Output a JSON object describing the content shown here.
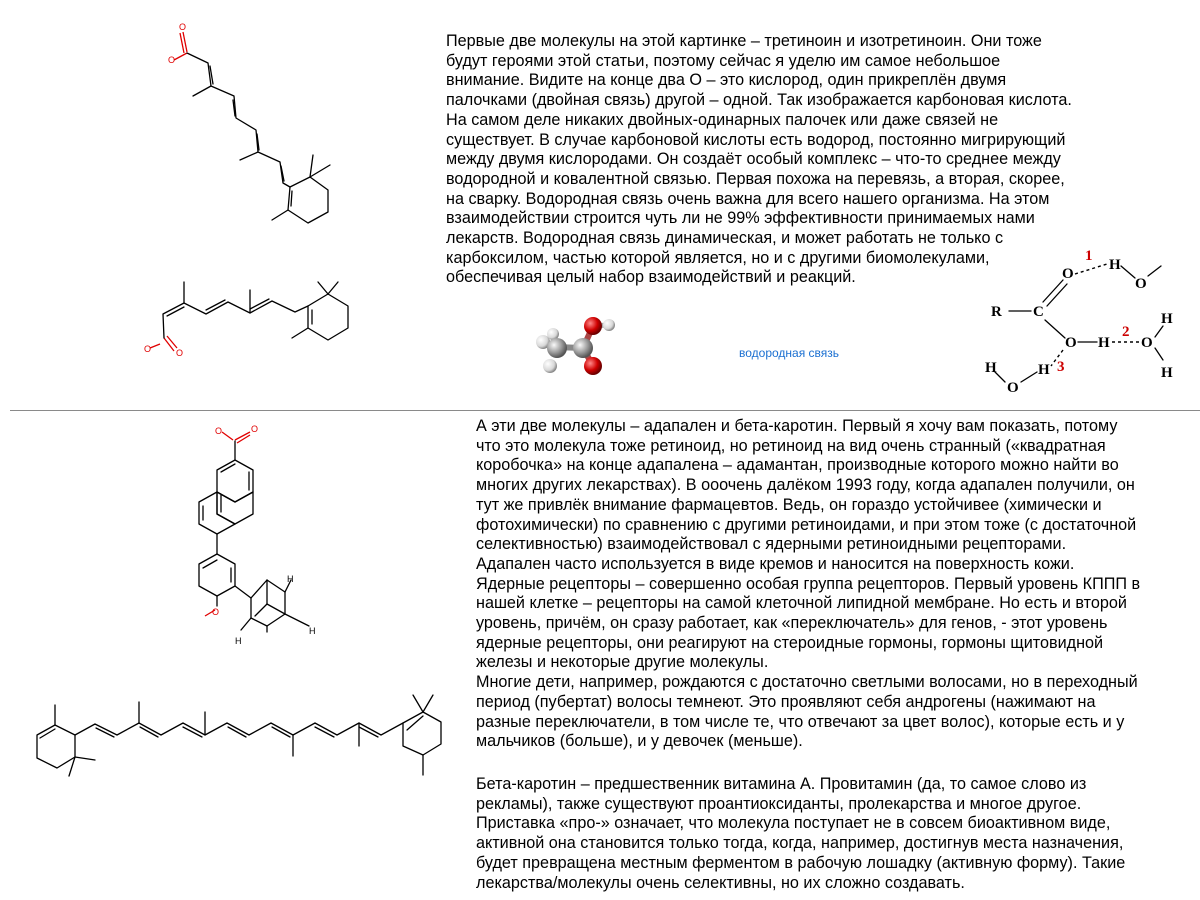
{
  "top": {
    "paragraph_lines": [
      "Первые две молекулы на этой картинке – третиноин и изотретиноин. Они тоже",
      "будут героями этой статьи, поэтому сейчас я уделю им самое небольшое",
      "внимание. Видите на конце два О – это кислород, один прикреплён двумя",
      "палочками (двойная связь) другой – одной. Так изображается карбоновая кислота.",
      "На самом деле никаких двойных-одинарных палочек или даже связей не",
      "существует. В случае карбоновой кислоты есть водород, постоянно мигрирующий",
      "между двумя кислородами. Он создаёт особый комплекс – что-то среднее между",
      "водородной и ковалентной связью. Первая похожа на перевязь, а вторая, скорее,",
      "на сварку. Водородная связь очень важна для всего нашего организма. На этом",
      "взаимодействии строится чуть ли не 99% эффективности принимаемых нами",
      "лекарств. Водородная связь динамическая, и может работать не только с",
      "карбоксилом, частью которой является, но и с другими биомолекулами,",
      "обеспечивая целый набор взаимодействий и реакций."
    ],
    "link_label": "водородная связь"
  },
  "bottom": {
    "paragraph_lines": [
      "А эти две молекулы – адапален и бета-каротин. Первый я хочу вам показать, потому",
      "что это молекула тоже ретиноид, но ретиноид на вид очень странный («квадратная",
      "коробочка» на конце адапалена – адамантан, производные которого можно найти во",
      "многих других лекарствах). В ооочень далёком 1993 году, когда адапален получили, он",
      "тут же привлёк внимание фармацевтов. Ведь, он гораздо устойчивее (химически и",
      "фотохимически) по сравнению с другими ретиноидами, и при этом тоже (с достаточной",
      "селективностью) взаимодействовал с ядерными ретиноидными рецепторами.",
      "Адапален часто используется в виде кремов и наносится на поверхность кожи.",
      "Ядерные рецепторы – совершенно особая группа рецепторов. Первый уровень КППП в",
      "нашей клетке – рецепторы на самой клеточной липидной мембране. Но есть и второй",
      "уровень, причём, он сразу работает, как «переключатель» для генов, - этот уровень",
      "ядерные рецепторы, они реагируют на стероидные гормоны, гормоны щитовидной",
      "железы и некоторые другие молекулы.",
      "Многие дети, например, рождаются с достаточно светлыми волосами, но в переходный",
      "период (пубертат) волосы темнеют. Это проявляют себя андрогены (нажимают на",
      "разные переключатели, в том числе те, что отвечают за цвет волос), которые есть и у",
      "мальчиков (больше), и у девочек (меньше)."
    ],
    "paragraph2_lines": [
      "Бета-каротин – предшественник витамина А. Провитамин (да, то самое слово из",
      "рекламы), также существуют проантиоксиданты, пролекарства и многое другое.",
      "Приставка «про-» означает, что молекула поступает не в совсем биоактивном виде,",
      "активной она становится только тогда, когда, например, достигнув места назначения,",
      "будет превращена местным ферментом в рабочую лошадку (активную форму). Такие",
      "лекарства/молекулы очень селективны, но их сложно создавать."
    ]
  },
  "hbond_diagram": {
    "labels": {
      "R": "R",
      "C": "C",
      "O1": "O",
      "O2": "O",
      "H_center": "H",
      "W1_H": "H",
      "W1_O": "O",
      "W2_O": "O",
      "W2_H1": "H",
      "W2_H2": "H",
      "W3_H1": "H",
      "W3_O": "O",
      "W3_H2": "H"
    },
    "numbers": [
      "1",
      "2",
      "3"
    ]
  },
  "atom_labels": {
    "oxygen": "O",
    "hydrogen": "H"
  },
  "colors": {
    "oxygen": "#e00000",
    "link": "#1a6fd1",
    "bond_number": "#cc0000",
    "divider": "#8a8a8a"
  }
}
